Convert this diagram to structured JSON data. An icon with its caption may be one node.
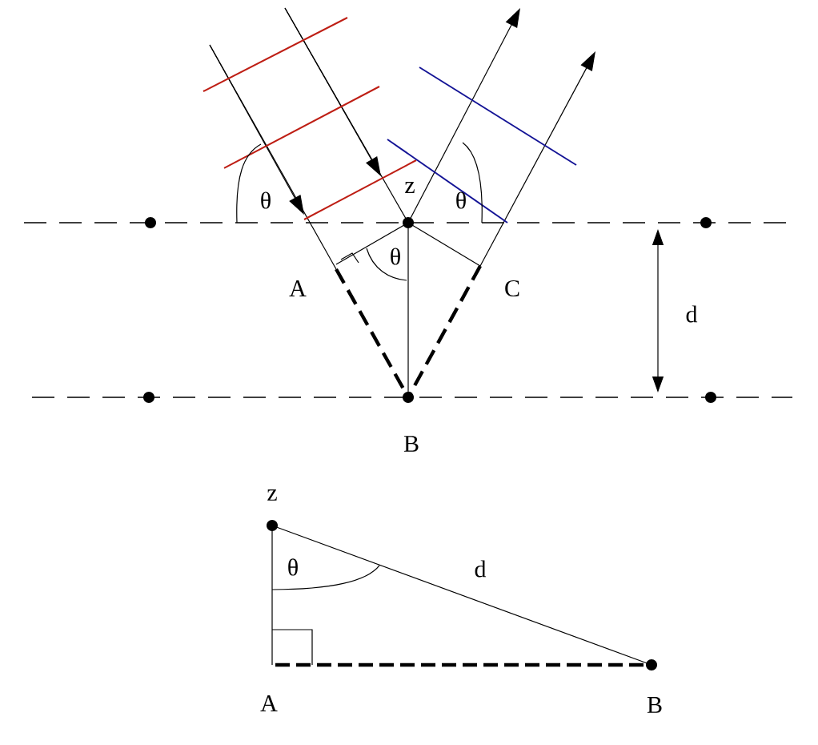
{
  "diagram": {
    "labels": [
      "θ",
      "z",
      "θ",
      "θ",
      "A",
      "C",
      "d",
      "B",
      "z",
      "θ",
      "d",
      "A",
      "B"
    ]
  }
}
